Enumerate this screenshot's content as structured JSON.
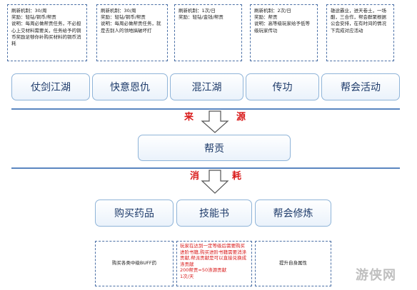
{
  "notes_top": [
    "刷新机制：30/周\n奖励：轻钻/铜币/帮贡\n说明：每周必做帮贡任务，不必担心上交材料需要关，任务给予的铜币奖励足够你补购买材料的铜币消耗",
    "刷新机制：30/周\n奖励：轻钻/铜币/帮贡\n说明：每周必做帮贡任务，就是去别人的领地搞破坏打",
    "刷新机制：1次/日\n奖励：轻钻/金钱/帮贡",
    "刷新机制：2次/日\n奖励：帮贡\n说明：高等级玩家给予低等级玩家传功",
    "雄途霸业，进天卷土，一场酣，三合作，帮会群聚根据公会安排，在有时间的情况下完成对应活动"
  ],
  "sources": [
    "仗剑江湖",
    "快意恩仇",
    "混江湖",
    "传功",
    "帮会活动"
  ],
  "label_source": [
    "来",
    "源"
  ],
  "center": "帮贡",
  "label_consume": [
    "消",
    "耗"
  ],
  "consumes": [
    "购买药品",
    "技能书",
    "帮会修炼"
  ],
  "notes_bottom": [
    "购买各类中级BUFF药",
    "玩家在达到一定等级后需要购买进阶书籍,购买进阶书籍需要消涤贡献,帮派贡献是可以直接兑换成涤贡献\n200帮贡=50涤源贡献\n1次/天",
    "提升自身属性"
  ],
  "watermark": "游侠网",
  "colors": {
    "accent": "#d91a1a",
    "line": "#5a86c0",
    "text": "#1f3c6b"
  }
}
